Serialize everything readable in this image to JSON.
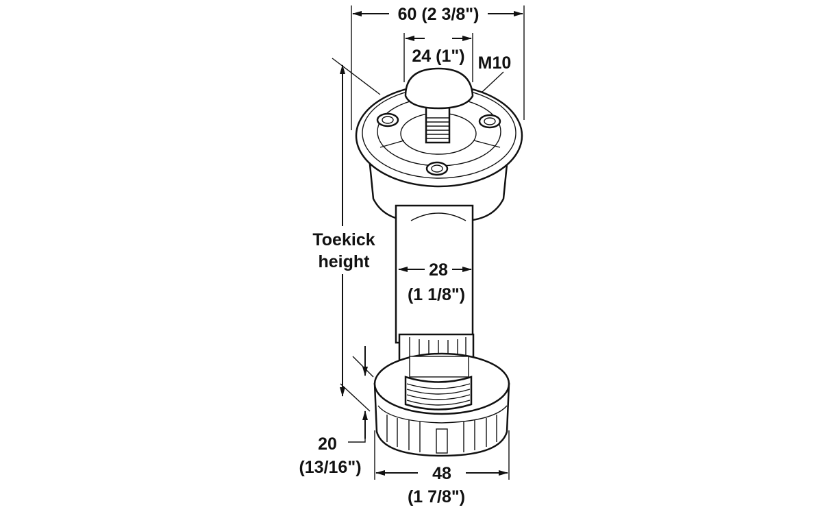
{
  "title": "Cabinet leveling leg dimension drawing",
  "dimensions": {
    "flange_width": "60 (2 3/8\")",
    "cap_width": "24 (1\")",
    "thread": "M10",
    "toekick_line1": "Toekick",
    "toekick_line2": "height",
    "tube_mm": "28",
    "tube_in": "(1 1/8\")",
    "base_height_mm": "20",
    "base_height_in": "(13/16\")",
    "base_width_mm": "48",
    "base_width_in": "(1 7/8\")"
  }
}
